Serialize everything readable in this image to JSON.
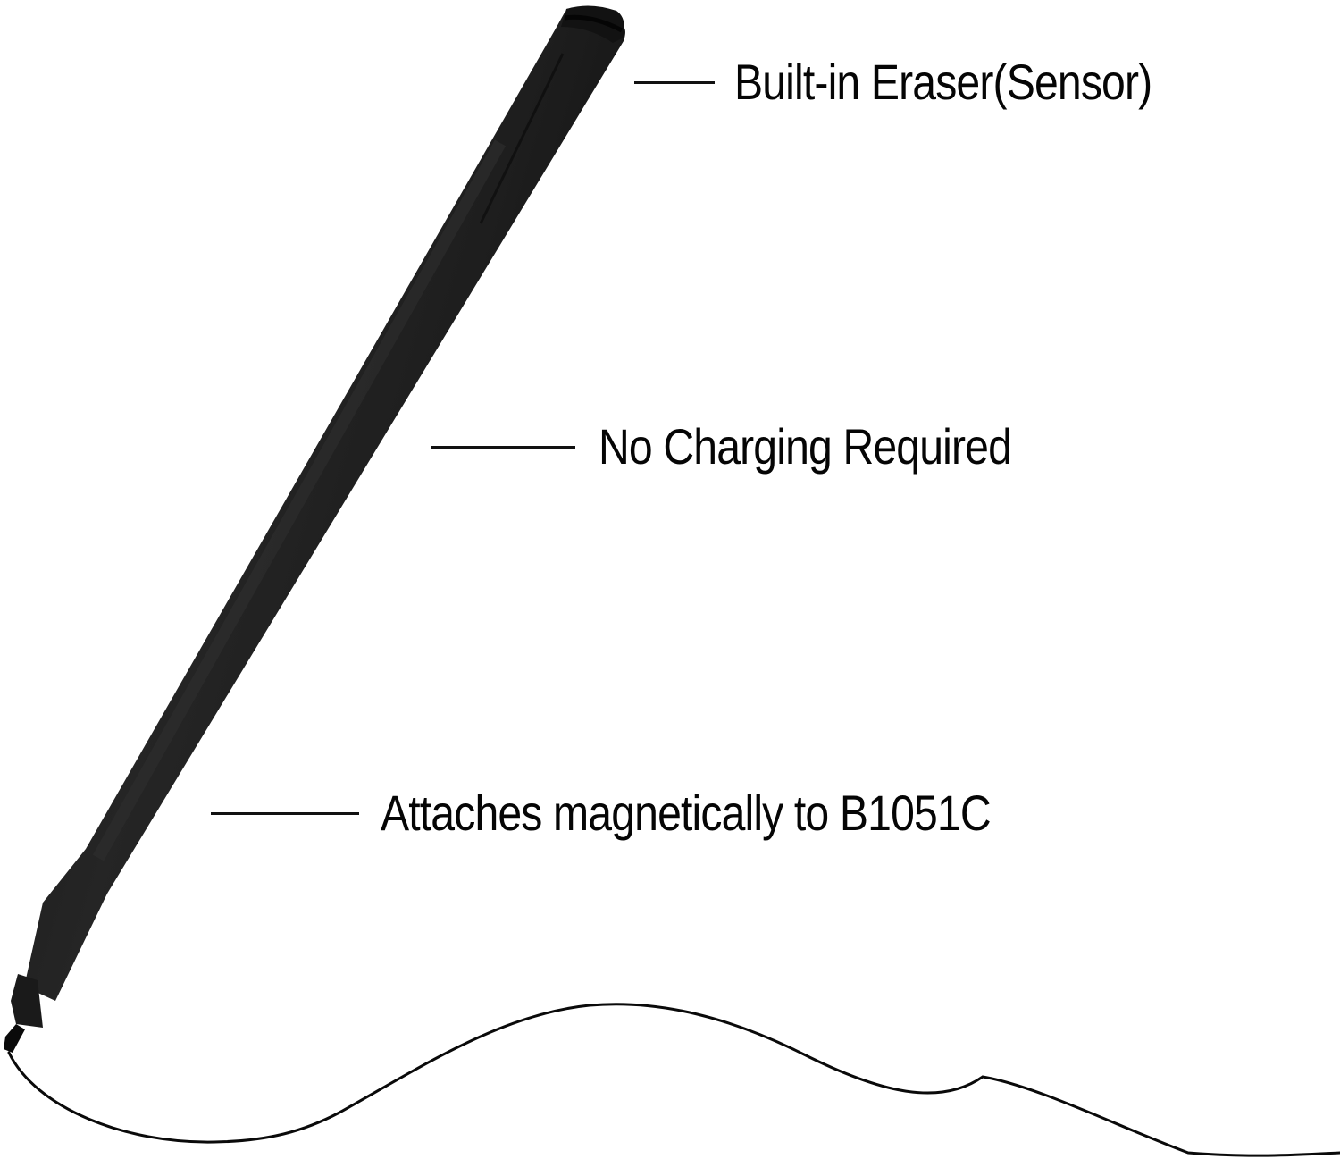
{
  "image": {
    "subject": "black stylus pen with writing stroke",
    "background_color": "#ffffff",
    "pen_color": "#1c1c1c",
    "stroke_color": "#0a0a0a"
  },
  "callouts": [
    {
      "id": "eraser",
      "label": "Built-in Eraser(Sensor)"
    },
    {
      "id": "charging",
      "label": "No Charging Required"
    },
    {
      "id": "magnetic",
      "label": "Attaches magnetically to B1051C"
    }
  ]
}
